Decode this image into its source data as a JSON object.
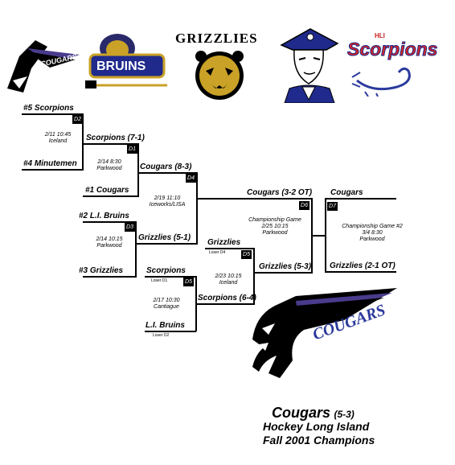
{
  "logos": {
    "cougars_wordmark": "COUGARS",
    "bruins_wordmark": "BRUINS",
    "grizzlies_wordmark": "GRIZZLIES",
    "scorpions_prefix": "HLI",
    "scorpions_wordmark": "Scorpions",
    "champion_wordmark": "COUGARS"
  },
  "bracket": {
    "d2_top_team": "#5 Scorpions",
    "d2_bottom_team": "#4 Minutemen",
    "d2_box": "D2",
    "d2_info_1": "2/11 10:45",
    "d2_info_2": "Iceland",
    "d1_top_team": "Scorpions (7-1)",
    "d1_bottom_team": "#1 Cougars",
    "d1_box": "D1",
    "d1_info_1": "2/14  8:30",
    "d1_info_2": "Parkwood",
    "d3_top_team": "#2 L.I. Bruins",
    "d3_bottom_team": "#3 Grizzlies",
    "d3_box": "D3",
    "d3_info_1": "2/14  10:15",
    "d3_info_2": "Parkwood",
    "d4_top_team": "Cougars (8-3)",
    "d4_bottom_team": "Grizzlies (5-1)",
    "d4_box": "D4",
    "d4_info_1": "2/19  11:10",
    "d4_info_2": "Iceworks/LISA",
    "d5_top_team": "Scorpions",
    "d5_top_note": "Loser D1",
    "d5_bottom_team": "L.I. Bruins",
    "d5_bottom_note": "Loser D2",
    "d5_box": "D5",
    "d5_info_1": "2/17 10:30",
    "d5_info_2": "Cantiague",
    "d6_top_team": "Grizzlies",
    "d6_top_note": "Loser D4",
    "d6_bottom_team": "Scorpions (6-4)",
    "d6_box": "D5",
    "d6_info_1": "2/23  10:15",
    "d6_info_2": "Iceland",
    "d7_top_team": "Cougars (3-2 OT)",
    "d7_bottom_team": "Grizzlies (5-3)",
    "d7_box": "D6",
    "d7_info_1": "Championship Game",
    "d7_info_2": "2/25  10:15",
    "d7_info_3": "Parkwood",
    "d8_top_team": "Cougars",
    "d8_bottom_team": "Grizzlies (2-1 OT)",
    "d8_box": "D7",
    "d8_info_1": "Championship Game #2",
    "d8_info_2": "3/4  8:30",
    "d8_info_3": "Parkwood"
  },
  "champion": {
    "team": "Cougars",
    "record": "(5-3)",
    "league": "Hockey Long Island",
    "season": "Fall 2001 Champions"
  }
}
